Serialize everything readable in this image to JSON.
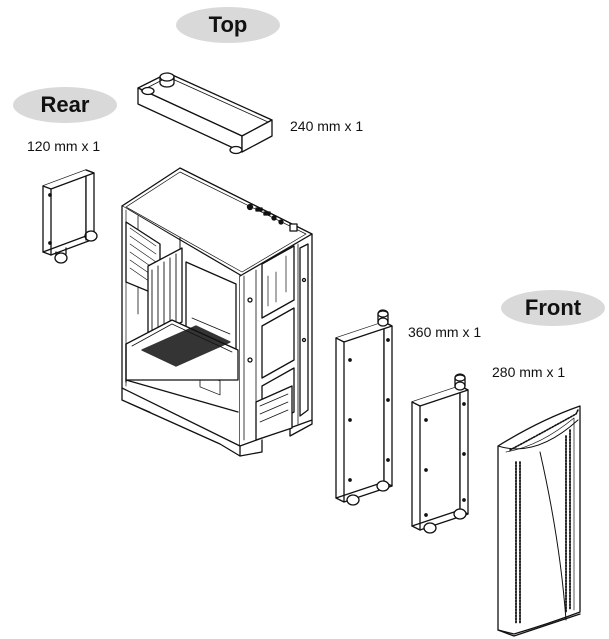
{
  "labels": {
    "top": "Top",
    "rear": "Rear",
    "front": "Front"
  },
  "radiator_sizes": {
    "top": "240 mm x 1",
    "rear": "120 mm x 1",
    "front_360": "360 mm x 1",
    "front_280": "280 mm x 1"
  }
}
